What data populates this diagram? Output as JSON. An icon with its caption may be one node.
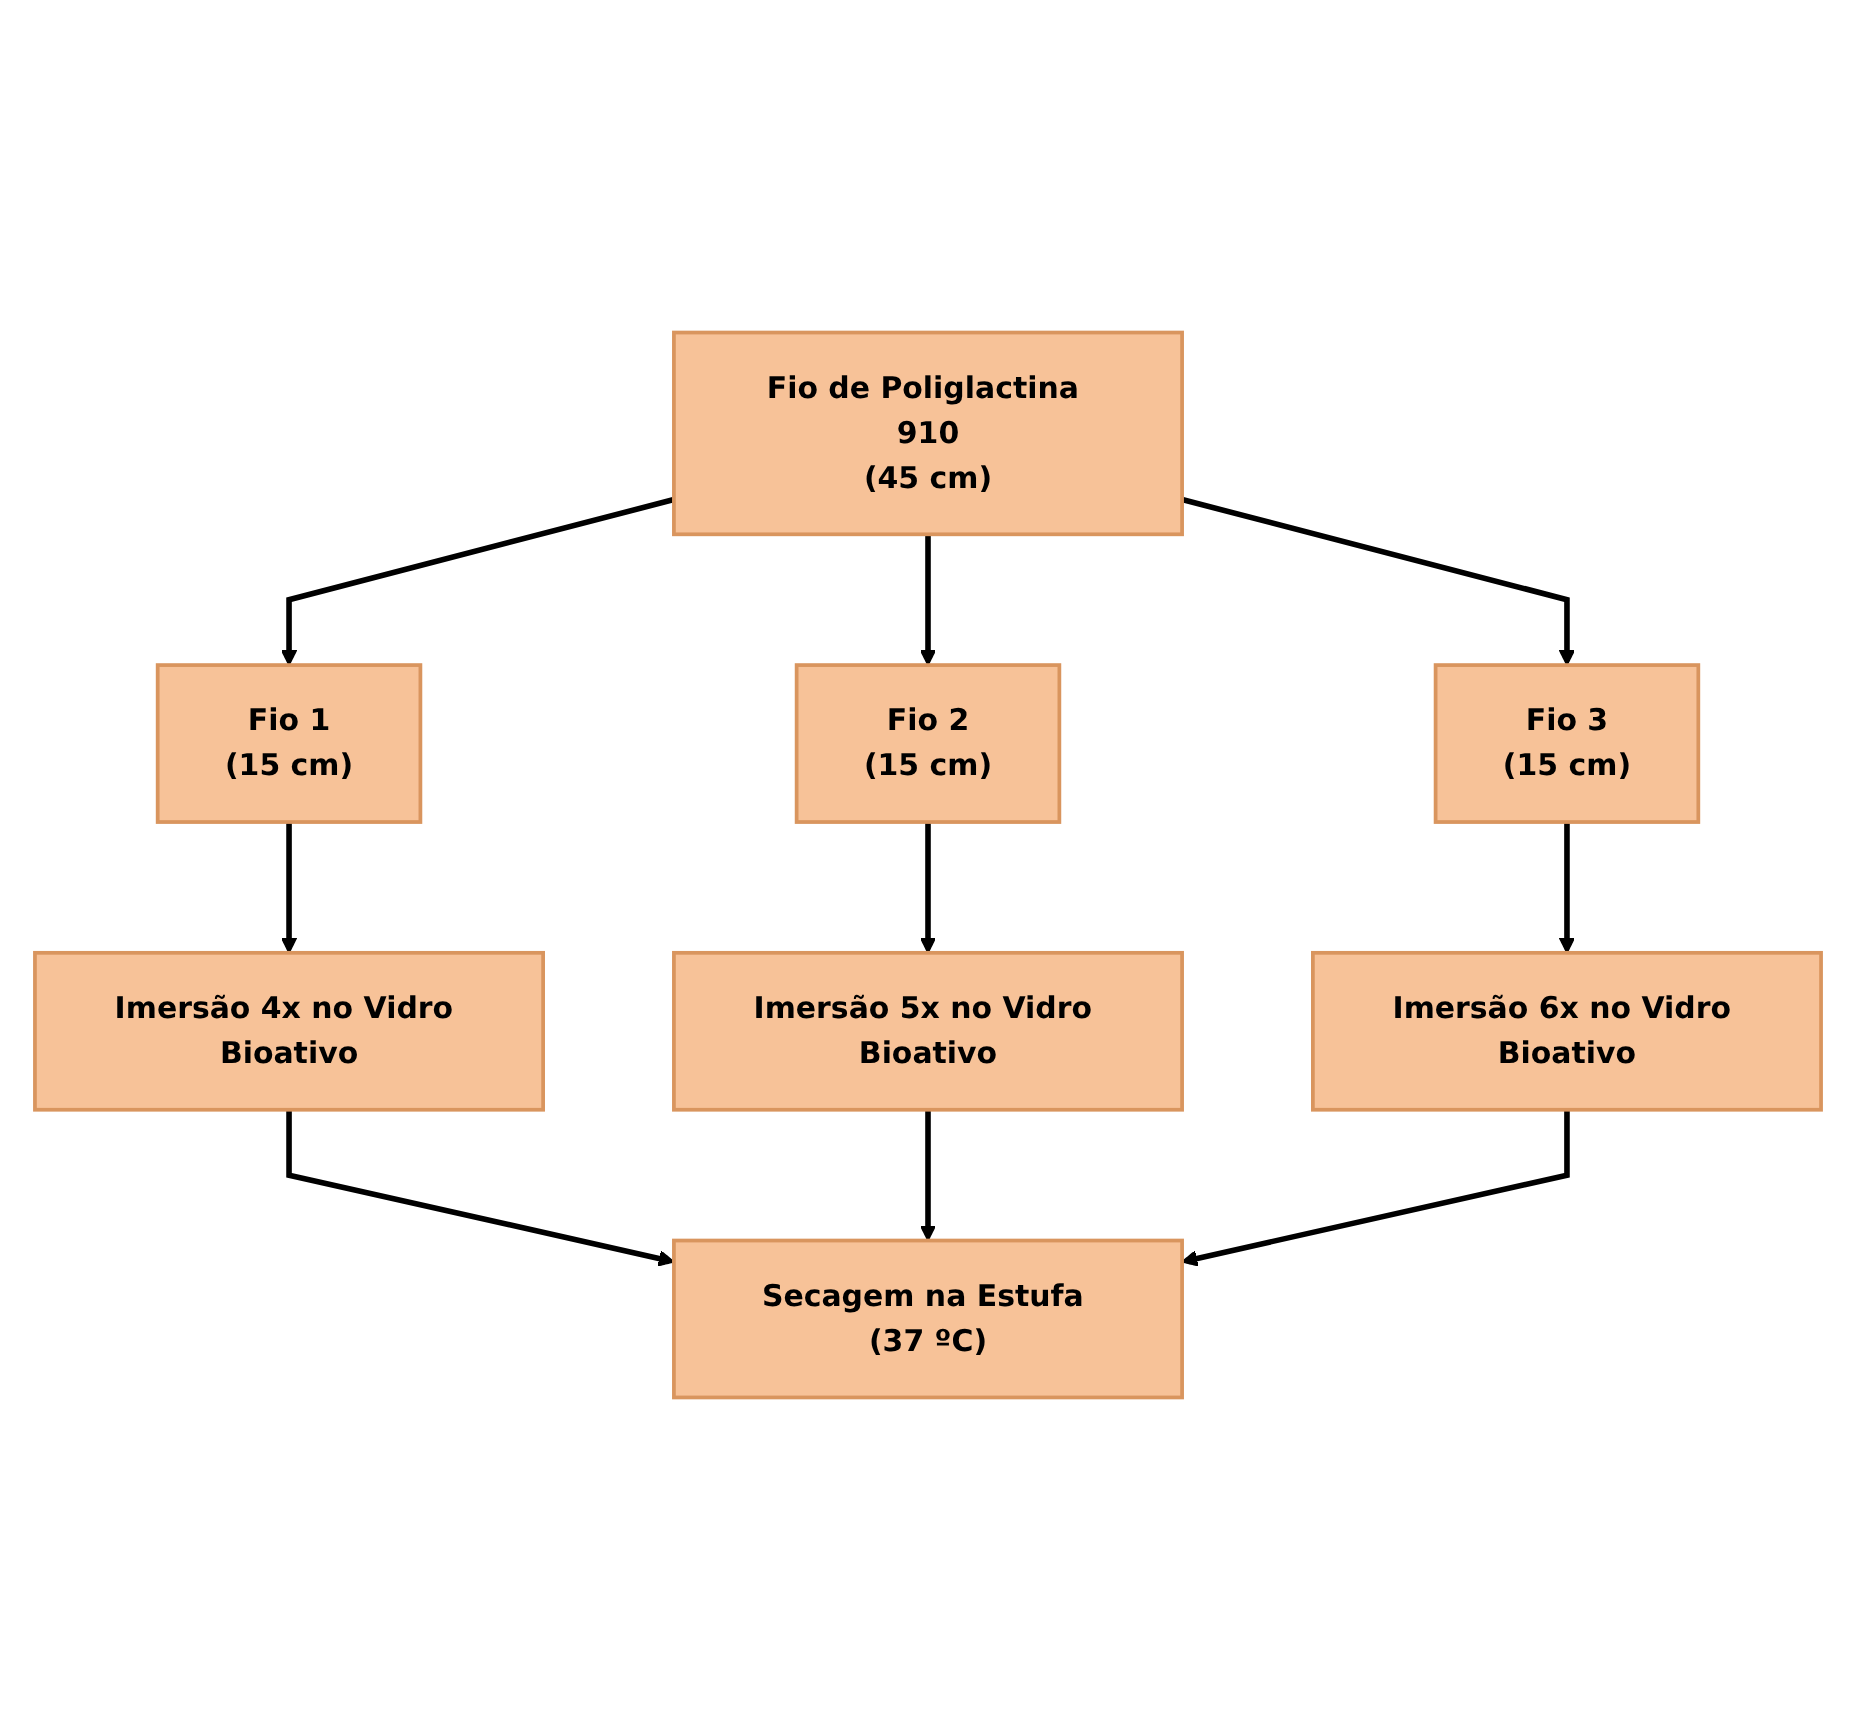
{
  "diagram": {
    "nodes": [
      {
        "text": [
          "Fio de Poliglactina 910",
          "(45 cm)"
        ]
      },
      {
        "text": [
          "Fio 1",
          "(15 cm)"
        ]
      },
      {
        "text": [
          "Fio 2",
          "(15 cm)"
        ]
      },
      {
        "text": [
          "Fio 3",
          "(15 cm)"
        ]
      },
      {
        "text": [
          "Imersão 4x no Vidro Bioativo"
        ]
      },
      {
        "text": [
          "Imersão 5x no Vidro Bioativo"
        ]
      },
      {
        "text": [
          "Imersão 6x no Vidro Bioativo"
        ]
      },
      {
        "text": [
          "Secagem na Estufa (37 ºC)"
        ]
      }
    ],
    "edges": [
      {
        "from": 0,
        "to": 1,
        "arrow": "to"
      },
      {
        "from": 0,
        "to": 2,
        "arrow": "to"
      },
      {
        "from": 0,
        "to": 3,
        "arrow": "to"
      },
      {
        "from": 1,
        "to": 4,
        "arrow": "to"
      },
      {
        "from": 2,
        "to": 5,
        "arrow": "to"
      },
      {
        "from": 3,
        "to": 6,
        "arrow": "to"
      },
      {
        "from": 4,
        "to": 7,
        "arrow": "to"
      },
      {
        "from": 5,
        "to": 7,
        "arrow": "to"
      },
      {
        "from": 6,
        "to": 7,
        "arrow": "to"
      }
    ]
  }
}
